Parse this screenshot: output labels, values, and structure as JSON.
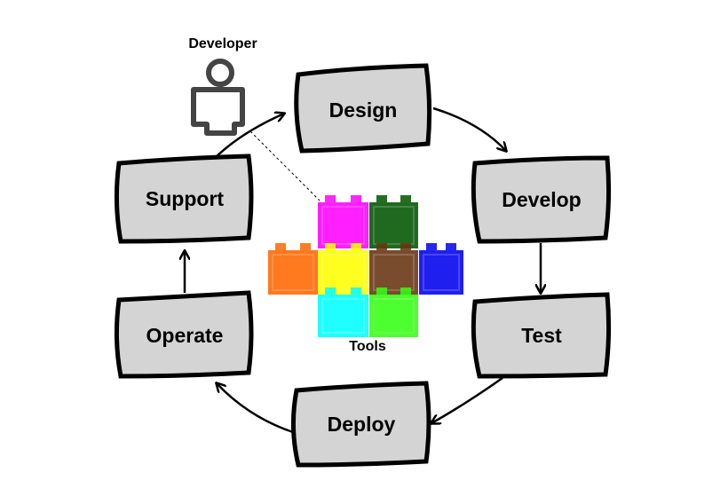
{
  "developer": {
    "label": "Developer"
  },
  "tools": {
    "label": "Tools",
    "block_colors": [
      "#ff00ff",
      "#005500",
      "#ff6600",
      "#ffff00",
      "#663311",
      "#0000ee",
      "#00ffff",
      "#33ff11"
    ]
  },
  "stages": [
    {
      "id": "design",
      "label": "Design"
    },
    {
      "id": "develop",
      "label": "Develop"
    },
    {
      "id": "test",
      "label": "Test"
    },
    {
      "id": "deploy",
      "label": "Deploy"
    },
    {
      "id": "operate",
      "label": "Operate"
    },
    {
      "id": "support",
      "label": "Support"
    }
  ],
  "colors": {
    "box_fill": "#d4d4d4",
    "outline": "#000000",
    "person_stroke": "#444444"
  }
}
